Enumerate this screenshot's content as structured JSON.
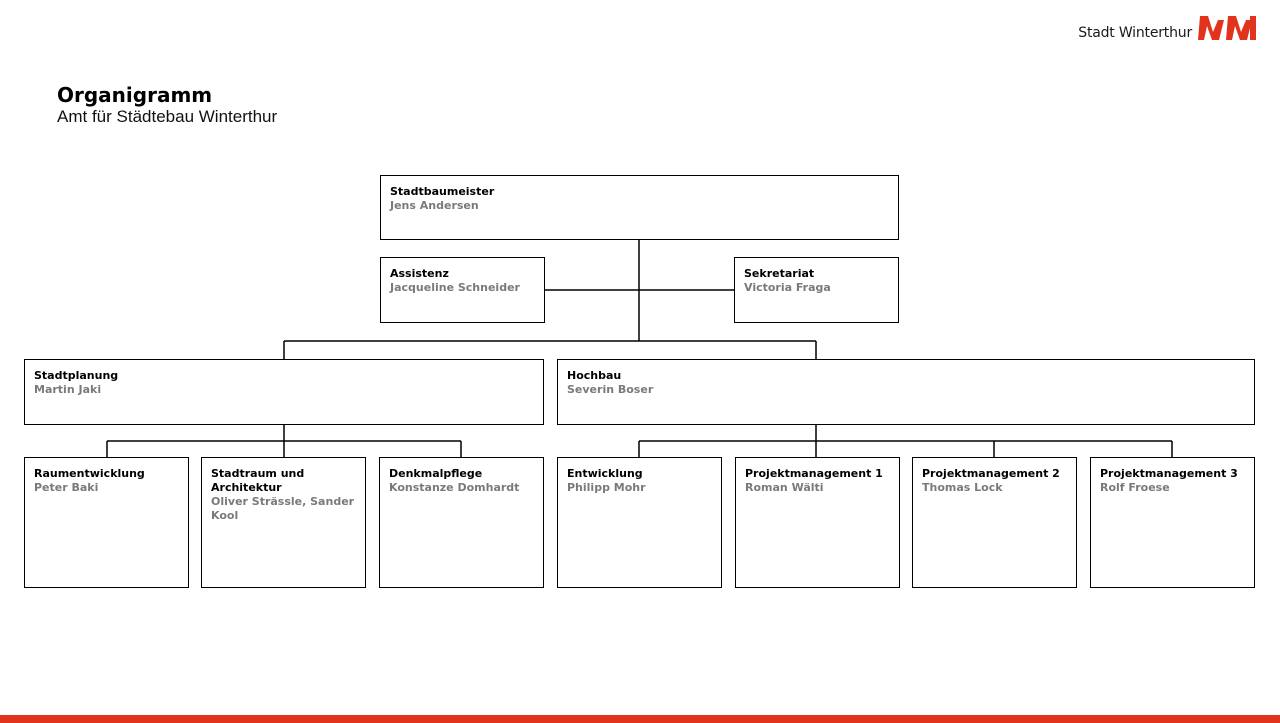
{
  "brand": {
    "name": "Stadt Winterthur",
    "logo_icon": "winterthur-lions-logo",
    "accent_color": "#e2341d"
  },
  "header": {
    "title": "Organigramm",
    "subtitle": "Amt für Städtebau Winterthur"
  },
  "org": {
    "head": {
      "role": "Stadtbaumeister",
      "person": "Jens Andersen"
    },
    "staff": [
      {
        "role": "Assistenz",
        "person": "Jacqueline Schneider"
      },
      {
        "role": "Sekretariat",
        "person": "Victoria Fraga"
      }
    ],
    "departments": [
      {
        "role": "Stadtplanung",
        "person": "Martin Jaki",
        "units": [
          {
            "role": "Raumentwicklung",
            "person": "Peter Baki"
          },
          {
            "role": "Stadtraum und Architektur",
            "person": "Oliver Strässle, Sander Kool"
          },
          {
            "role": "Denkmalpflege",
            "person": "Konstanze Domhardt"
          }
        ]
      },
      {
        "role": "Hochbau",
        "person": "Severin Boser",
        "units": [
          {
            "role": "Entwicklung",
            "person": "Philipp Mohr"
          },
          {
            "role": "Projektmanagement 1",
            "person": "Roman Wälti"
          },
          {
            "role": "Projektmanagement 2",
            "person": "Thomas Lock"
          },
          {
            "role": "Projektmanagement 3",
            "person": "Rolf Froese"
          }
        ]
      }
    ]
  }
}
